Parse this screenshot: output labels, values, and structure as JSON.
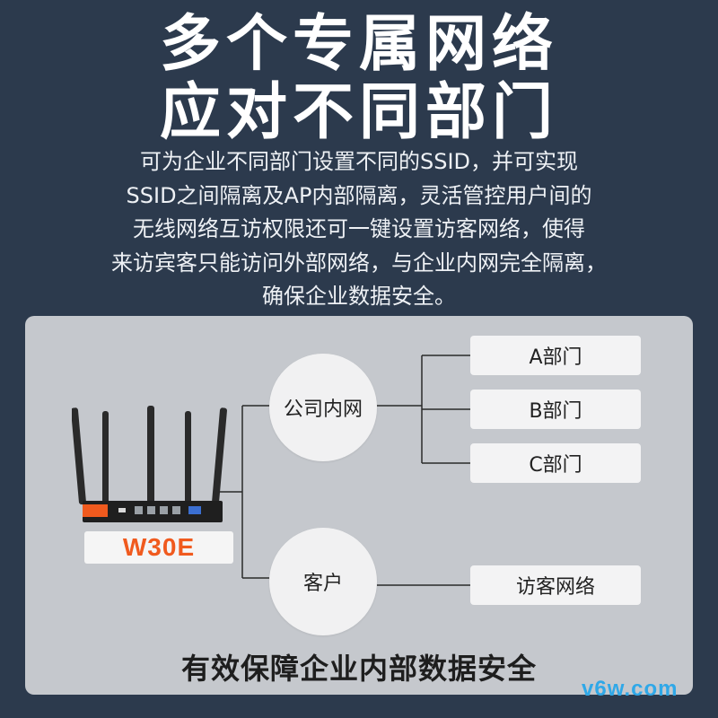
{
  "headline": {
    "line1": "多个专属网络",
    "line2": "应对不同部门"
  },
  "description": [
    "可为企业不同部门设置不同的SSID，并可实现",
    "SSID之间隔离及AP内部隔离，灵活管控用户间的",
    "无线网络互访权限还可一键设置访客网络，使得",
    "来访宾客只能访问外部网络，与企业内网完全隔离，",
    "确保企业数据安全。"
  ],
  "diagram": {
    "router_model": "W30E",
    "nodes": {
      "intranet": "公司内网",
      "guest": "客户"
    },
    "departments": [
      "A部门",
      "B部门",
      "C部门"
    ],
    "guest_network": "访客网络",
    "footer": "有效保障企业内部数据安全"
  },
  "watermark": "v6w.com",
  "colors": {
    "background": "#2c3a4d",
    "panel": "#c5c8cd",
    "accent": "#f05a1e",
    "watermark": "#2fa8e8"
  }
}
